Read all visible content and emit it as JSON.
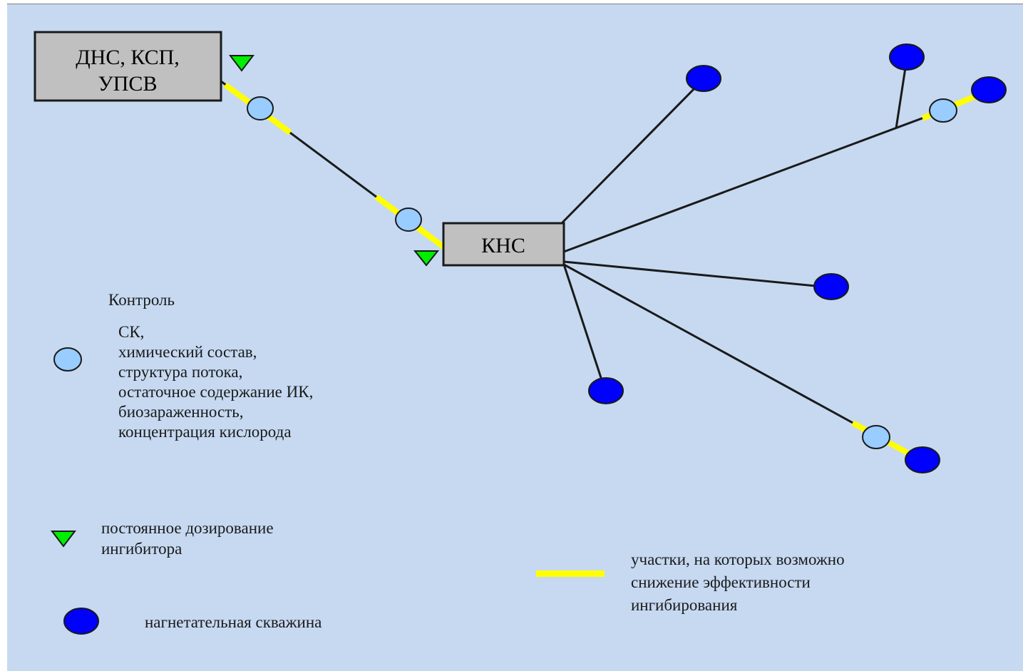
{
  "boxes": {
    "source_line1": "ДНС, КСП,",
    "source_line2": "УПСВ",
    "pump_station": "КНС"
  },
  "legend": {
    "control_title": "Контроль",
    "control_items": [
      "СК,",
      "химический состав,",
      "структура потока,",
      "остаточное содержание ИК,",
      "биозараженность,",
      "концентрация кислорода"
    ],
    "dosing_line1": "постоянное дозирование",
    "dosing_line2": "ингибитора",
    "well_label": "нагнетательная скважина",
    "risk_line1": "участки, на которых возможно",
    "risk_line2": "снижение эффективности",
    "risk_line3": "ингибирования"
  },
  "colors": {
    "background": "#c6d9f1",
    "box_fill": "#c0c0c0",
    "control_point": "#99ccff",
    "injection_well": "#0000ff",
    "dosing_triangle": "#00ee00",
    "risk_segment": "#ffff00",
    "pipeline": "#1a1a1a"
  },
  "icons": {
    "control_point": "light-blue-circle",
    "dosing_point": "green-down-triangle",
    "injection_well": "blue-ellipse",
    "risk_segment": "yellow-bar"
  }
}
